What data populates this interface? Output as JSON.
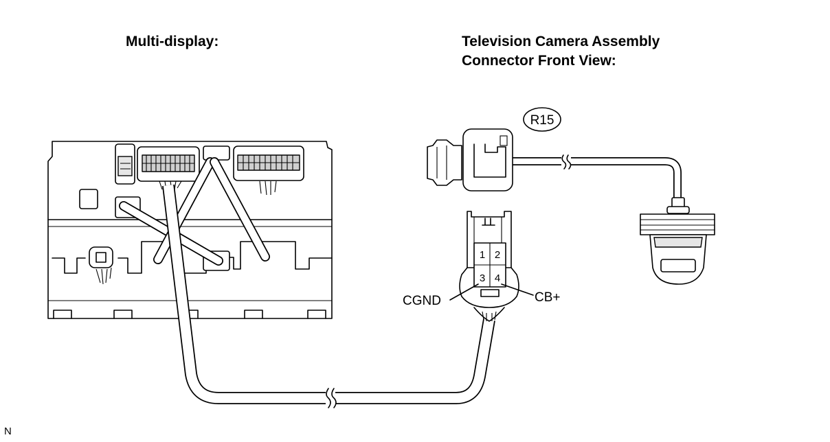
{
  "titles": {
    "multi_display": "Multi-display:",
    "camera_line1": "Television Camera Assembly",
    "camera_line2": "Connector Front View:"
  },
  "connector": {
    "id": "R15",
    "pins": [
      "1",
      "2",
      "3",
      "4"
    ]
  },
  "callouts": {
    "cgnd": "CGND",
    "cb_plus": "CB+"
  },
  "corner_mark": "N"
}
